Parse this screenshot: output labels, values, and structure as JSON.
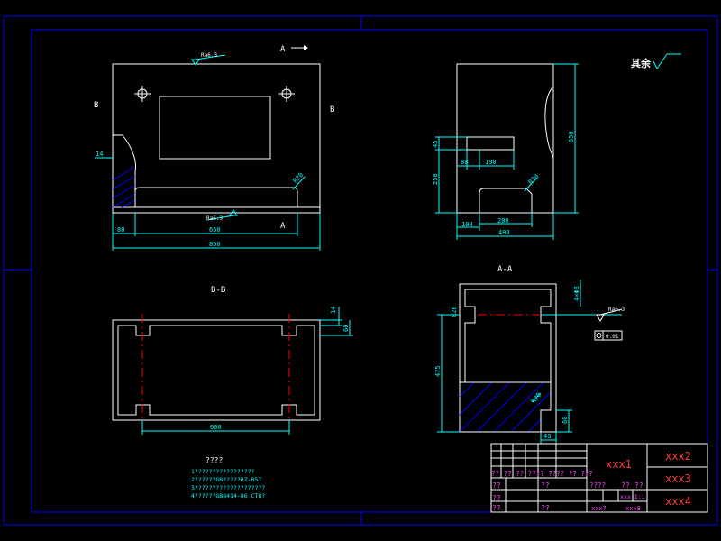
{
  "views": {
    "front": {
      "section_a_label": "A",
      "section_b_left": "B",
      "section_b_right": "B",
      "roughness_top": "Ra6.3",
      "roughness_bottom": "Ra6.3",
      "dim_left_14": "14",
      "dim_r_20": "R20",
      "dim_bottom_80": "80",
      "dim_bottom_650": "650",
      "dim_bottom_850": "850",
      "section_a_bottom": "A"
    },
    "side": {
      "dim_height_650": "650",
      "dim_45": "45",
      "dim_250": "250",
      "dim_80": "80",
      "dim_190": "190",
      "dim_r20": "R20",
      "dim_100": "100",
      "dim_200": "200",
      "dim_400": "400"
    },
    "section_bb": {
      "title": "B-B",
      "dim_14": "14",
      "dim_60": "60",
      "dim_600": "600"
    },
    "section_aa": {
      "title": "A-A",
      "dim_r20": "R20",
      "dim_475": "475",
      "dim_60": "60",
      "dim_40": "40",
      "dim_hole": "4×Φ8",
      "dim_r_corner": "R20",
      "roughness": "Ra6.3",
      "tolerance": "0.01"
    },
    "roughness_note": "其余"
  },
  "notes": {
    "title": "????",
    "lines": [
      "1?????????????????",
      "2??????GB?????RZ-R57",
      "3????????????????????",
      "4??????GB8414-86 CT8?"
    ]
  },
  "title_block": {
    "name_cell": "xxx1",
    "right_top": "xxx2",
    "right_mid": "xxx3",
    "right_bot": "xxx4",
    "row_text": "?? ?? ?? ???? ???? ?? ???",
    "mid_left_1": "??",
    "mid_left_2": "??",
    "mid_left_3": "??",
    "mid_center": "??",
    "mid_scale": "????",
    "mid_q1": "??",
    "mid_q2": "??",
    "mid_xxx": "xxx 1:1",
    "bottom_q": "??",
    "bottom_xxx7": "xxx7",
    "bottom_xxx8": "xxx8"
  },
  "colors": {
    "frame": "#0000ff",
    "outline": "#ffffff",
    "dimension": "#00ffff",
    "center": "#ff0000",
    "hatch": "#0000ff",
    "title_text": "#ff3b3b",
    "magenta": "#ff40ff"
  }
}
